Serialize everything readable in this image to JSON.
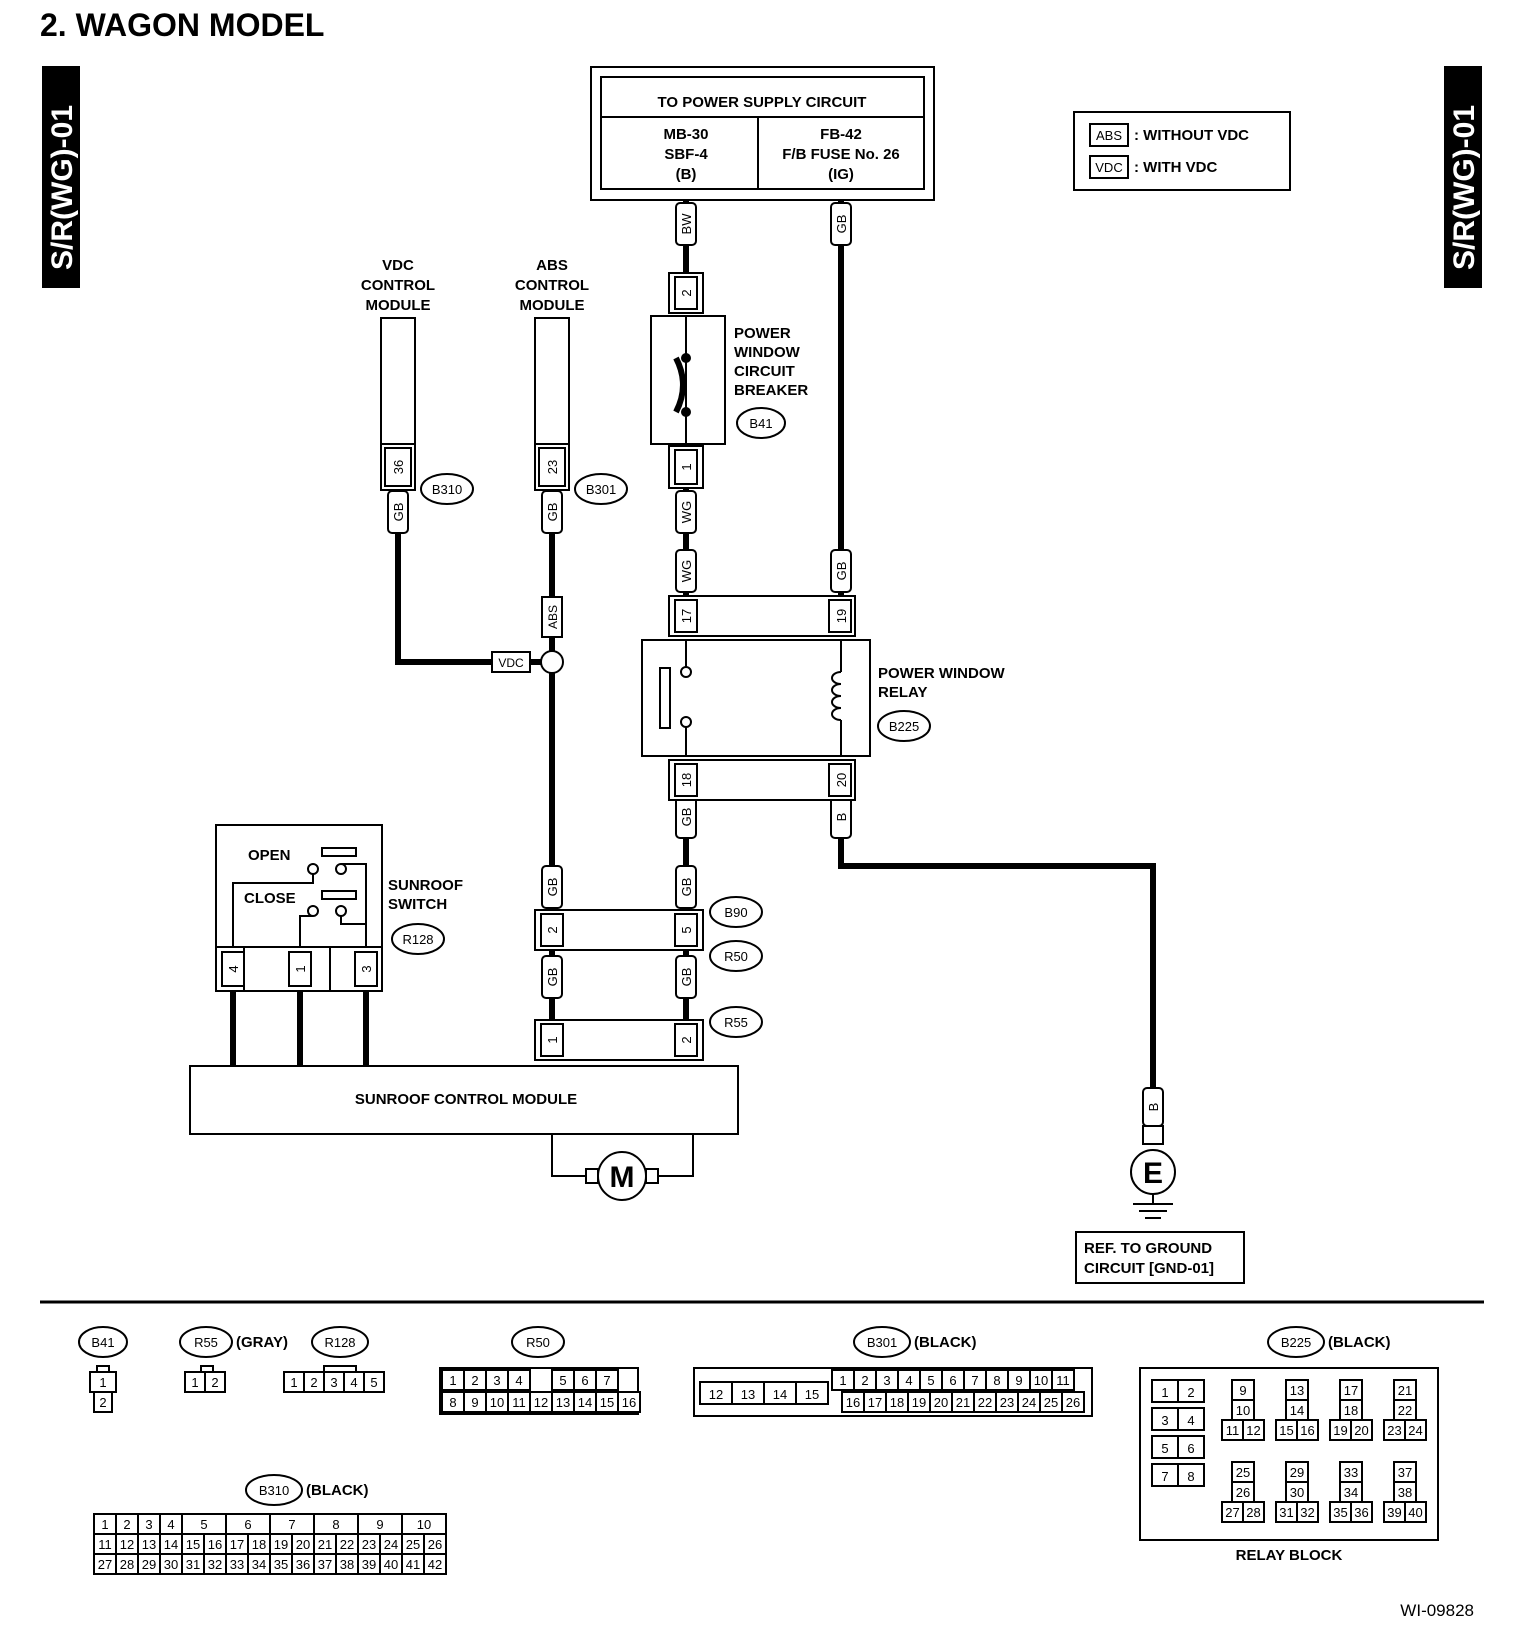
{
  "title": "2.  WAGON MODEL",
  "side_tag": "S/R(WG)-01",
  "figure_id": "WI-09828",
  "power_supply": {
    "header": "TO POWER SUPPLY CIRCUIT",
    "left": [
      "MB-30",
      "SBF-4",
      "(B)"
    ],
    "right": [
      "FB-42",
      "F/B FUSE No. 26",
      "(IG)"
    ]
  },
  "legend": [
    {
      "tag": "ABS",
      "text": ": WITHOUT VDC"
    },
    {
      "tag": "VDC",
      "text": ": WITH VDC"
    }
  ],
  "modules": {
    "vdc": [
      "VDC",
      "CONTROL",
      "MODULE"
    ],
    "abs": [
      "ABS",
      "CONTROL",
      "MODULE"
    ],
    "breaker": [
      "POWER",
      "WINDOW",
      "CIRCUIT",
      "BREAKER"
    ],
    "relay": [
      "POWER WINDOW",
      "RELAY"
    ],
    "switch": [
      "SUNROOF",
      "SWITCH"
    ],
    "switch_open": "OPEN",
    "switch_close": "CLOSE",
    "sunroof_module": "SUNROOF CONTROL MODULE",
    "motor": "M",
    "ground": "E",
    "ground_ref": [
      "REF. TO GROUND",
      "CIRCUIT [GND-01]"
    ]
  },
  "connectors": {
    "B310": "B310",
    "B301": "B301",
    "B41": "B41",
    "B225": "B225",
    "B90": "B90",
    "R50": "R50",
    "R55": "R55",
    "R128": "R128"
  },
  "wire_colors": {
    "BW": "BW",
    "GB": "GB",
    "WG": "WG",
    "B": "B",
    "ABS": "ABS",
    "VDC": "VDC"
  },
  "pins": {
    "p2": "2",
    "p1": "1",
    "p36": "36",
    "p23": "23",
    "p17": "17",
    "p19": "19",
    "p18": "18",
    "p20": "20",
    "p5": "5",
    "p4": "4",
    "p3": "3"
  },
  "connector_views": {
    "B41": {
      "label": "B41",
      "rows": [
        [
          "1"
        ],
        [
          "2"
        ]
      ]
    },
    "R55": {
      "label": "R55",
      "note": "(GRAY)",
      "rows": [
        [
          "1",
          "2"
        ]
      ]
    },
    "R128": {
      "label": "R128",
      "rows": [
        [
          "1",
          "2",
          "3",
          "4",
          "5"
        ]
      ]
    },
    "R50": {
      "label": "R50",
      "rows": [
        [
          "1",
          "2",
          "3",
          "4",
          "",
          "5",
          "6",
          "7"
        ],
        [
          "8",
          "9",
          "10",
          "11",
          "12",
          "13",
          "14",
          "15",
          "16"
        ]
      ]
    },
    "B301": {
      "label": "B301",
      "note": "(BLACK)",
      "left": [
        "12",
        "13",
        "14",
        "15"
      ],
      "rows": [
        [
          "1",
          "2",
          "3",
          "4",
          "5",
          "6",
          "7",
          "8",
          "9",
          "10",
          "11"
        ],
        [
          "16",
          "17",
          "18",
          "19",
          "20",
          "21",
          "22",
          "23",
          "24",
          "25",
          "26"
        ]
      ]
    },
    "B225": {
      "label": "B225",
      "note": "(BLACK)",
      "caption": "RELAY BLOCK",
      "left": [
        [
          "1",
          "2"
        ],
        [
          "3",
          "4"
        ],
        [
          "5",
          "6"
        ],
        [
          "7",
          "8"
        ]
      ],
      "groups": [
        [
          "9",
          "10",
          "11",
          "12"
        ],
        [
          "13",
          "14",
          "15",
          "16"
        ],
        [
          "17",
          "18",
          "19",
          "20"
        ],
        [
          "21",
          "22",
          "23",
          "24"
        ],
        [
          "25",
          "26",
          "27",
          "28"
        ],
        [
          "29",
          "30",
          "31",
          "32"
        ],
        [
          "33",
          "34",
          "35",
          "36"
        ],
        [
          "37",
          "38",
          "39",
          "40"
        ]
      ]
    },
    "B310": {
      "label": "B310",
      "note": "(BLACK)",
      "row1": [
        "1",
        "2",
        "3",
        "4",
        "5",
        "6",
        "7",
        "8",
        "9",
        "10"
      ],
      "row2": [
        "11",
        "12",
        "13",
        "14",
        "15",
        "16",
        "17",
        "18",
        "19",
        "20",
        "21",
        "22",
        "23",
        "24",
        "25",
        "26"
      ],
      "row3": [
        "27",
        "28",
        "29",
        "30",
        "31",
        "32",
        "33",
        "34",
        "35",
        "36",
        "37",
        "38",
        "39",
        "40",
        "41",
        "42"
      ]
    }
  }
}
